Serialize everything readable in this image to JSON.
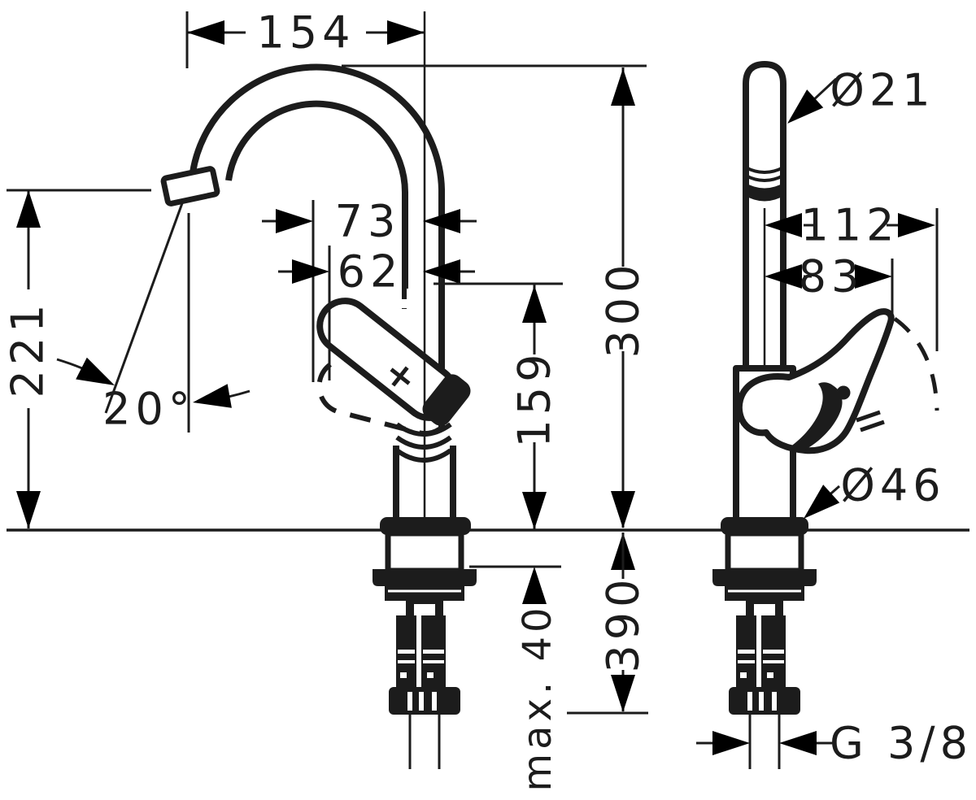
{
  "page": {
    "background": "#ffffff",
    "ink": "#1c1c1c"
  },
  "drawing": {
    "kind": "technical-dimension-drawing",
    "subject": "single-lever basin mixer faucet, front and side views"
  },
  "dims": {
    "front": {
      "reach": "154",
      "spout_height": "221",
      "spray_angle": "20°",
      "lever_open": "73",
      "lever_closed": "62",
      "outlet_clearance": "159",
      "total_height": "300",
      "mounting_max": "max. 40",
      "supply_depth": "390"
    },
    "side": {
      "spout_diameter": "Ø21",
      "lever_depth_open": "112",
      "lever_depth_closed": "83",
      "base_diameter": "Ø46",
      "thread": "G 3/8"
    }
  }
}
